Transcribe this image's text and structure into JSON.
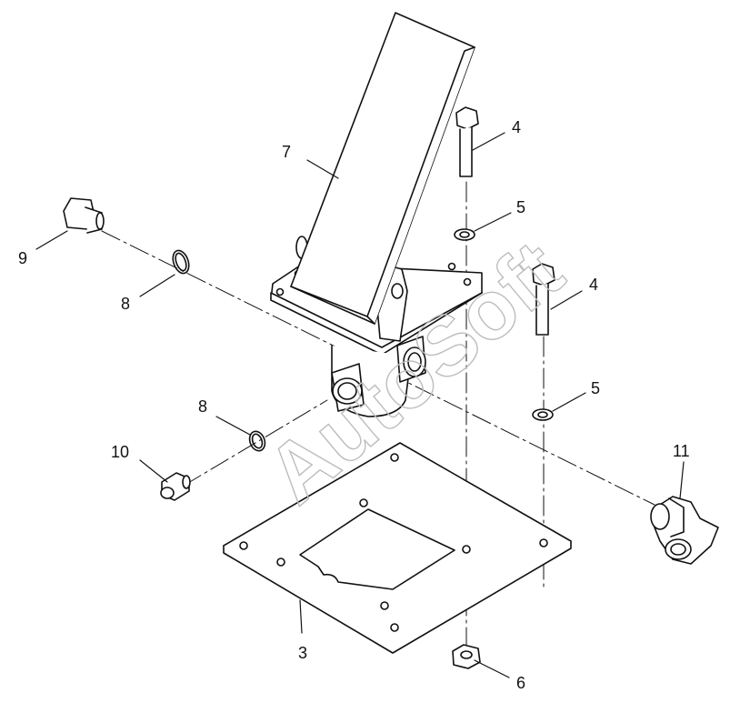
{
  "diagram": {
    "watermark": "AutoSoft",
    "callouts": {
      "c3": "3",
      "c4a": "4",
      "c4b": "4",
      "c5a": "5",
      "c5b": "5",
      "c6": "6",
      "c7": "7",
      "c8a": "8",
      "c8b": "8",
      "c9": "9",
      "c10": "10",
      "c11": "11"
    }
  },
  "colors": {
    "line": "#111111",
    "watermark": "#bdbdbd",
    "background": "#ffffff"
  }
}
